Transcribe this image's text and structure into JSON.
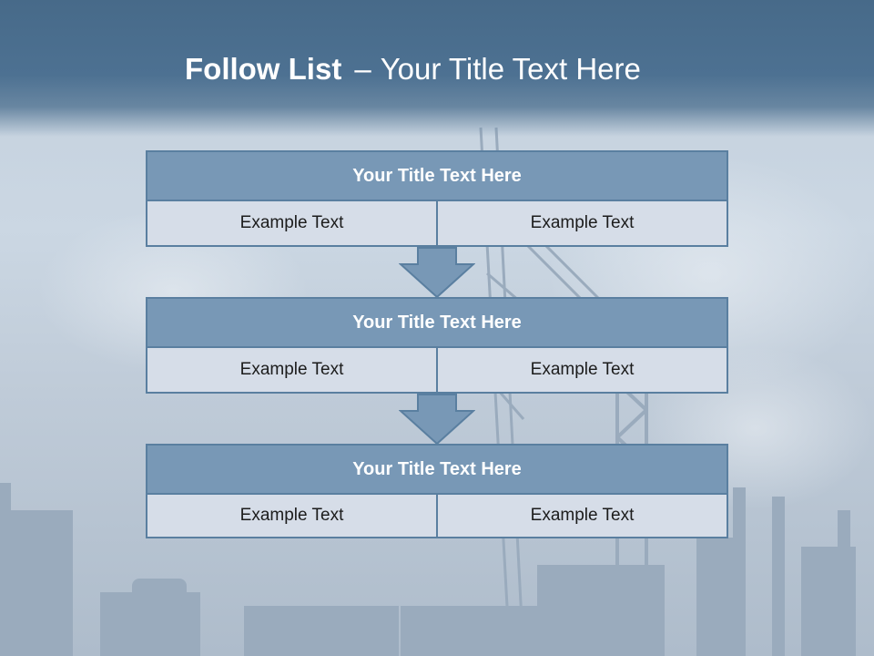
{
  "slide": {
    "title_bold": "Follow List",
    "title_separator": "–",
    "title_rest": "Your Title Text Here"
  },
  "blocks": [
    {
      "title": "Your Title Text Here",
      "left": "Example Text",
      "right": "Example Text"
    },
    {
      "title": "Your Title Text Here",
      "left": "Example Text",
      "right": "Example Text"
    },
    {
      "title": "Your Title Text Here",
      "left": "Example Text",
      "right": "Example Text"
    }
  ],
  "colors": {
    "header": "#476a89",
    "block_title": "#7898b6",
    "block_cell": "#d6dde8",
    "border": "#5a7fa0"
  }
}
